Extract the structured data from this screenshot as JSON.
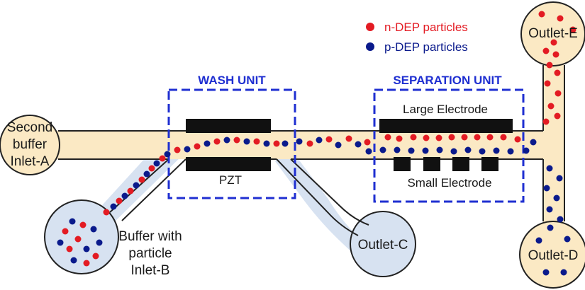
{
  "colors": {
    "channel_buffer": "#fbe9c4",
    "channel_wash": "#d7e2f1",
    "outline": "#222222",
    "electrode": "#111111",
    "unit_box": "#1f2fd1",
    "n_dep": "#e31b23",
    "p_dep": "#0a1a8c"
  },
  "legend": {
    "n_dep_label": "n-DEP particles",
    "p_dep_label": "p-DEP particles"
  },
  "units": {
    "wash": {
      "title": "WASH UNIT",
      "pzt_label": "PZT"
    },
    "separation": {
      "title": "SEPARATION UNIT",
      "large_electrode_label": "Large Electrode",
      "small_electrode_label": "Small Electrode"
    }
  },
  "ports": {
    "inlet_a": [
      "Second",
      "buffer",
      "Inlet-A"
    ],
    "inlet_b": [
      "Buffer with",
      "particle",
      "Inlet-B"
    ],
    "outlet_c": "Outlet-C",
    "outlet_d": "Outlet-D",
    "outlet_e": "Outlet-E"
  }
}
